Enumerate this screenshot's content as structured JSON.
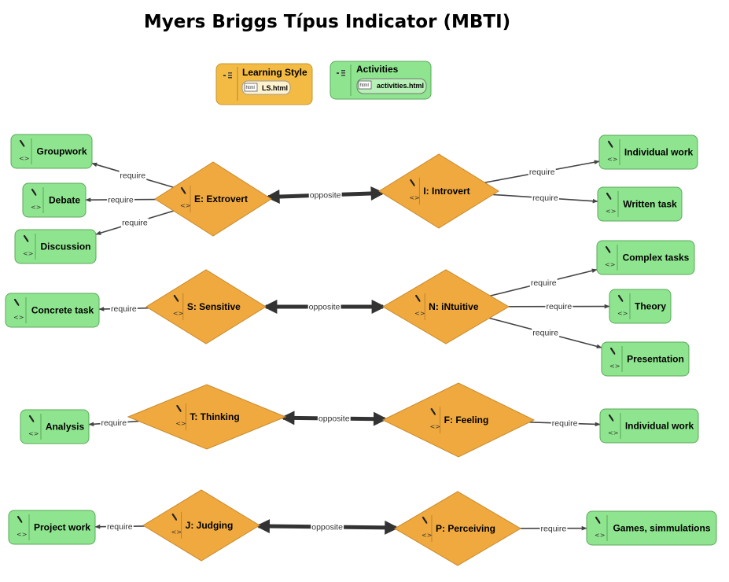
{
  "title": "Myers Briggs Típus Indicator (MBTI)",
  "colors": {
    "concept": "#f0a93e",
    "activity": "#8fe58f",
    "legend_style": "#f4bb44",
    "edge": "#444444"
  },
  "legend": [
    {
      "id": "learning-style",
      "label": "Learning Style",
      "file": "LS.html",
      "file_icon": "html"
    },
    {
      "id": "activities",
      "label": "Activities",
      "file": "activities.html",
      "file_icon": "html"
    }
  ],
  "concepts": [
    {
      "id": "E",
      "label": "E: Extrovert"
    },
    {
      "id": "I",
      "label": "I: Introvert"
    },
    {
      "id": "S",
      "label": "S: Sensitive"
    },
    {
      "id": "N",
      "label": "N: iNtuitive"
    },
    {
      "id": "T",
      "label": "T: Thinking"
    },
    {
      "id": "F",
      "label": "F: Feeling"
    },
    {
      "id": "J",
      "label": "J: Judging"
    },
    {
      "id": "P",
      "label": "P: Perceiving"
    }
  ],
  "activities": [
    {
      "id": "groupwork",
      "label": "Groupwork"
    },
    {
      "id": "debate",
      "label": "Debate"
    },
    {
      "id": "discussion",
      "label": "Discussion"
    },
    {
      "id": "individual1",
      "label": "Individual work"
    },
    {
      "id": "written",
      "label": "Written task"
    },
    {
      "id": "concrete",
      "label": "Concrete task"
    },
    {
      "id": "complex",
      "label": "Complex tasks"
    },
    {
      "id": "theory",
      "label": "Theory"
    },
    {
      "id": "presentation",
      "label": "Presentation"
    },
    {
      "id": "analysis",
      "label": "Analysis"
    },
    {
      "id": "individual2",
      "label": "Individual work"
    },
    {
      "id": "project",
      "label": "Project work"
    },
    {
      "id": "games",
      "label": "Games, simmulations"
    }
  ],
  "edges": [
    {
      "from": "E",
      "to": "groupwork",
      "label": "require"
    },
    {
      "from": "E",
      "to": "debate",
      "label": "require"
    },
    {
      "from": "E",
      "to": "discussion",
      "label": "require"
    },
    {
      "from": "I",
      "to": "individual1",
      "label": "require"
    },
    {
      "from": "I",
      "to": "written",
      "label": "require"
    },
    {
      "from": "S",
      "to": "concrete",
      "label": "require"
    },
    {
      "from": "N",
      "to": "complex",
      "label": "require"
    },
    {
      "from": "N",
      "to": "theory",
      "label": "require"
    },
    {
      "from": "N",
      "to": "presentation",
      "label": "require"
    },
    {
      "from": "T",
      "to": "analysis",
      "label": "require"
    },
    {
      "from": "F",
      "to": "individual2",
      "label": "require"
    },
    {
      "from": "J",
      "to": "project",
      "label": "require"
    },
    {
      "from": "P",
      "to": "games",
      "label": "require"
    },
    {
      "from": "E",
      "to": "I",
      "label": "opposite",
      "bidirectional": true
    },
    {
      "from": "S",
      "to": "N",
      "label": "opposite",
      "bidirectional": true
    },
    {
      "from": "T",
      "to": "F",
      "label": "opposite",
      "bidirectional": true
    },
    {
      "from": "J",
      "to": "P",
      "label": "opposite",
      "bidirectional": true
    }
  ]
}
